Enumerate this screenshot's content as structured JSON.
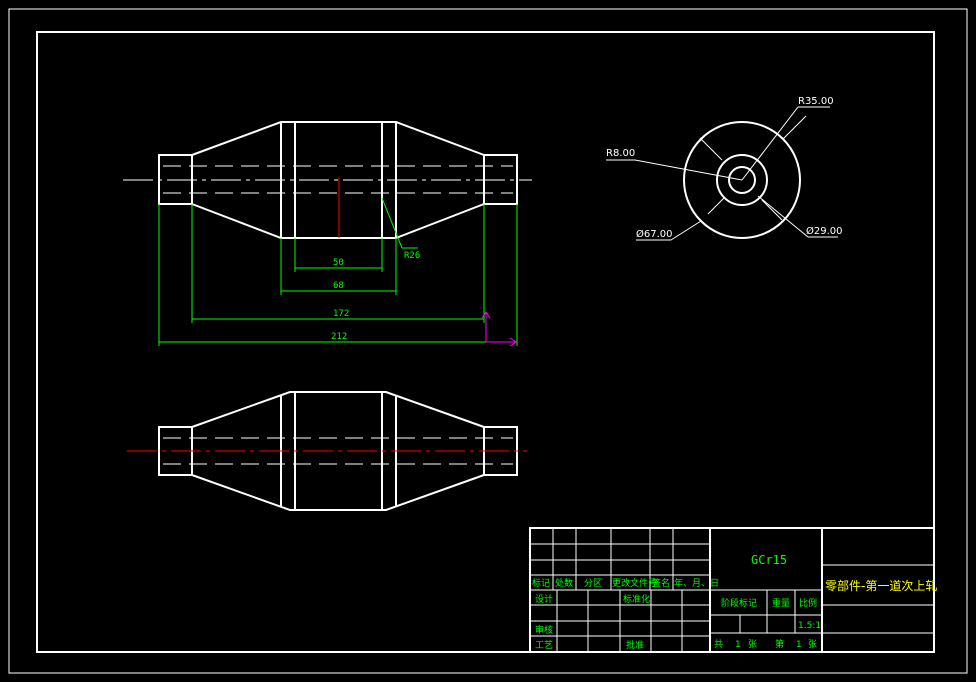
{
  "front_view": {
    "dims": {
      "d50": "50",
      "d68": "68",
      "d172": "172",
      "d212": "212",
      "r26": "R26"
    }
  },
  "end_view": {
    "r35": "R35.00",
    "r8": "R8.00",
    "dia67": "Ø67.00",
    "dia29": "Ø29.00"
  },
  "title_block": {
    "material": "GCr15",
    "part_name": "零部件-第一道次上轧",
    "header_row": [
      "标记",
      "处数",
      "分区",
      "更改文件号",
      "签名",
      "年、月、日"
    ],
    "design": "设计",
    "standardize": "标准化",
    "review": "审核",
    "process": "工艺",
    "approve": "批准",
    "stage_mark": "阶段标记",
    "weight": "重量",
    "scale_label": "比例",
    "scale_value": "1.5:1",
    "total": "共",
    "total_n": "1",
    "sheets": "张",
    "sheet": "第",
    "sheet_n": "1",
    "sheets2": "张"
  }
}
